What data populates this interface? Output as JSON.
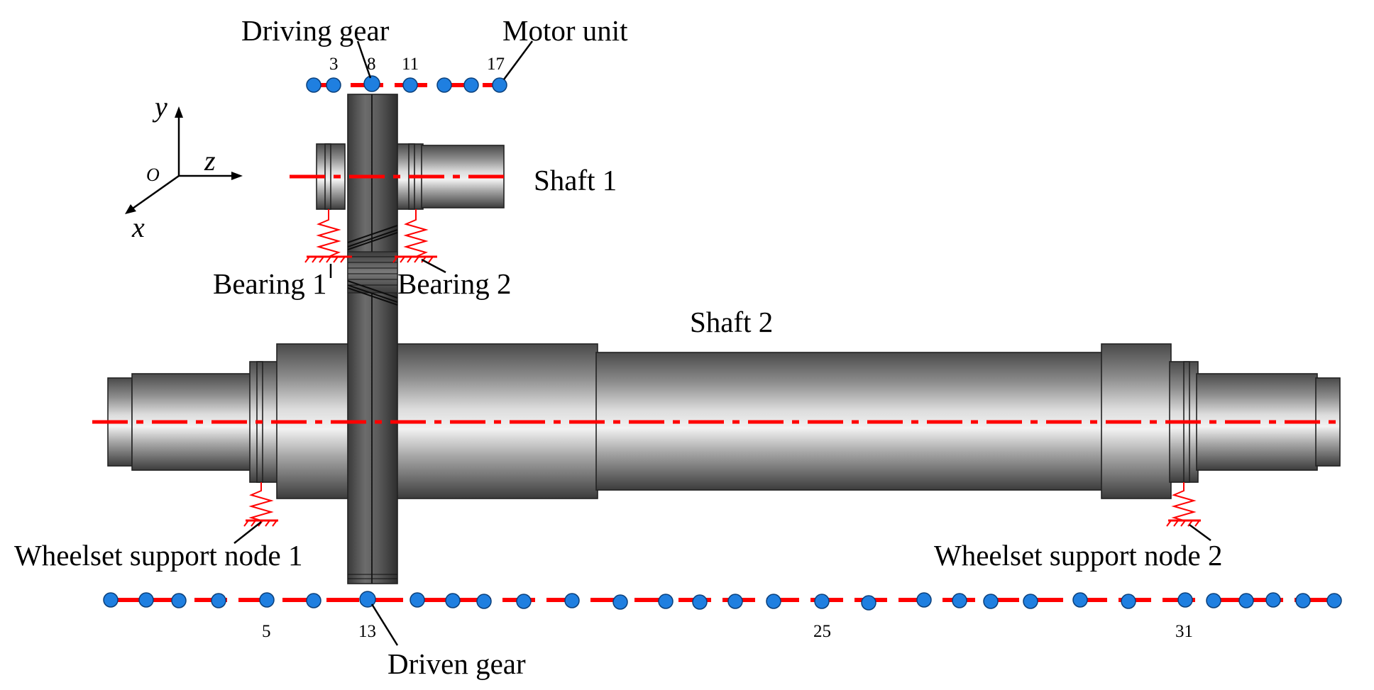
{
  "labels": {
    "driving_gear": "Driving gear",
    "motor_unit": "Motor unit",
    "shaft1": "Shaft 1",
    "shaft2": "Shaft 2",
    "bearing1": "Bearing 1",
    "bearing2": "Bearing 2",
    "wheelset1": "Wheelset support node 1",
    "wheelset2": "Wheelset support node 2",
    "driven_gear": "Driven gear"
  },
  "axes": {
    "y": "y",
    "z": "z",
    "x": "x",
    "origin": "O"
  },
  "top_node_numbers": [
    "3",
    "8",
    "11",
    "17"
  ],
  "bottom_node_numbers": [
    "5",
    "13",
    "25",
    "31"
  ],
  "colors": {
    "node": "#1f7fe0",
    "centerline": "#ff0000",
    "spring": "#ff0000"
  }
}
